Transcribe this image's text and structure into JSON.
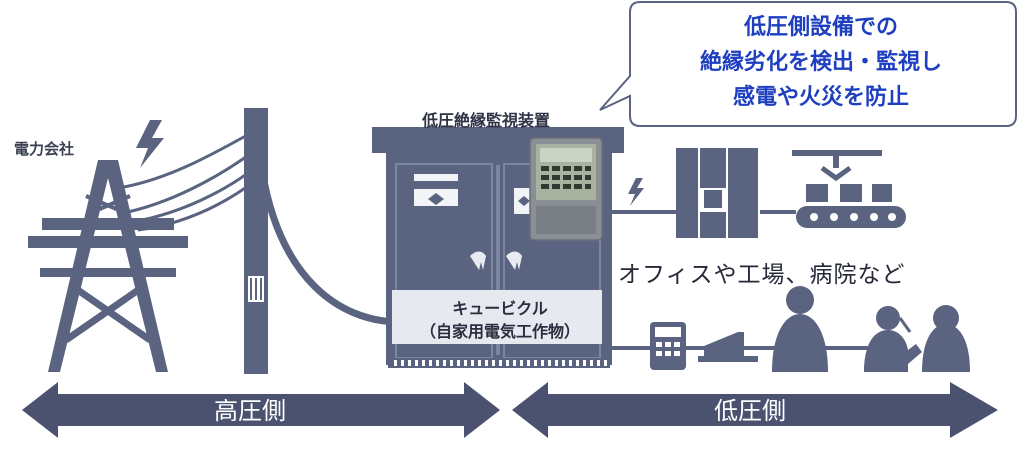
{
  "labels": {
    "power_company": "電力会社",
    "monitor_device": "低圧絶縁監視装置",
    "offices": "オフィスや工場、病院など",
    "cubicle_name": "キュービクル",
    "cubicle_sub": "（自家用電気工作物）",
    "high_voltage_side": "高圧側",
    "low_voltage_side": "低圧側"
  },
  "callout": {
    "line1": "低圧側設備での",
    "line2": "絶縁劣化を検出・監視し",
    "line3": "感電や火災を防止"
  },
  "colors": {
    "slate": "#5a6480",
    "slate_dark": "#4a5270",
    "callout_text": "#1e3fbf",
    "callout_border": "#5a6480",
    "cubicle_label_bg": "#e6e9ef"
  }
}
